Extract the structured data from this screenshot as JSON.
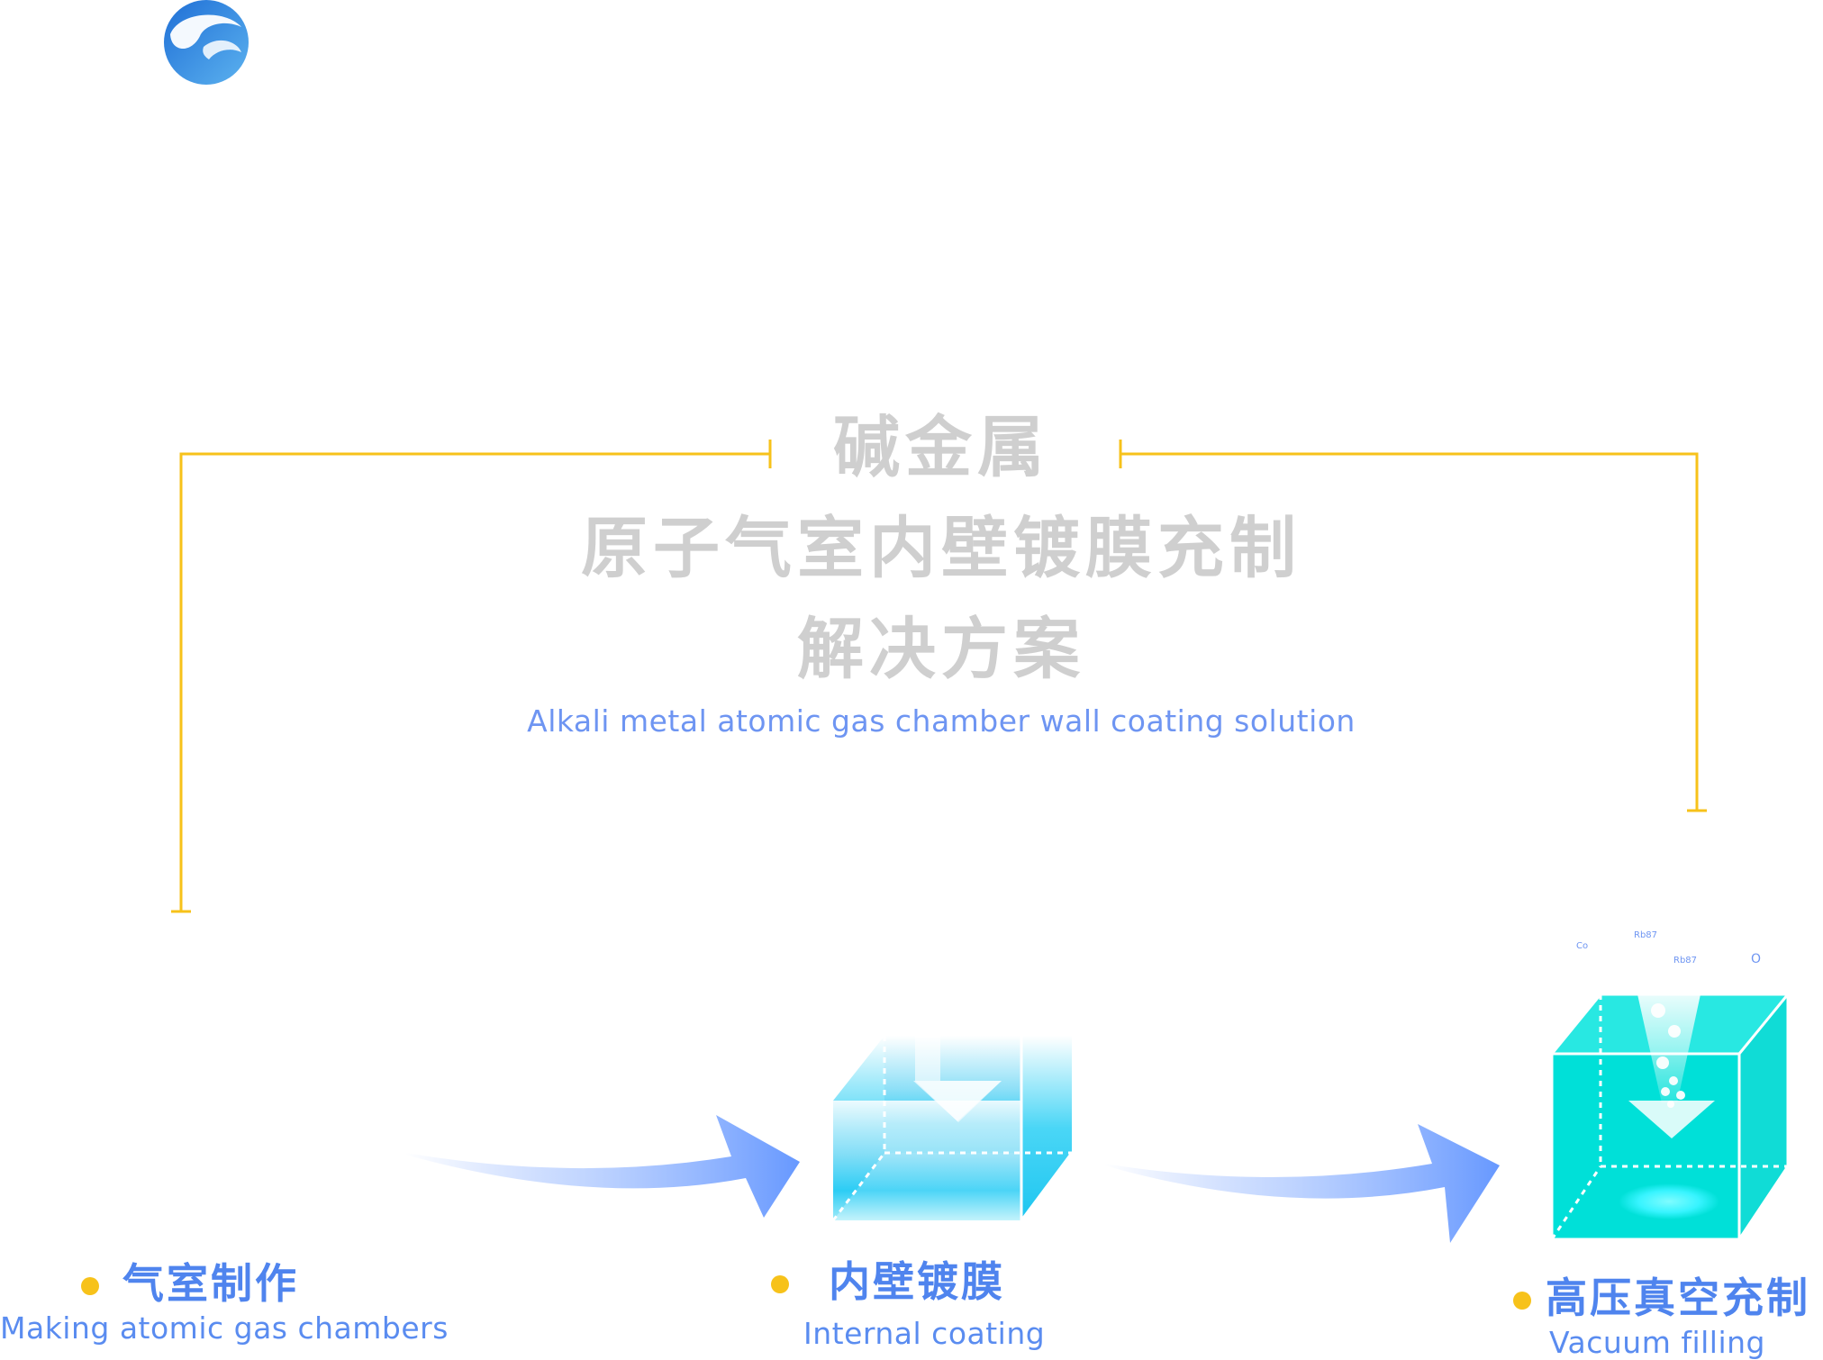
{
  "title": {
    "line1": "碱金属",
    "line2": "原子气室内壁镀膜充制",
    "line3": "解决方案",
    "subtitle": "Alkali metal atomic gas chamber wall coating solution"
  },
  "steps": [
    {
      "zh": "气室制作",
      "en": "Making atomic gas chambers"
    },
    {
      "zh": "内壁镀膜",
      "en": "Internal coating"
    },
    {
      "zh": "高压真空充制",
      "en": "Vacuum filling"
    }
  ],
  "gas_labels": {
    "co": "Co",
    "rb87_a": "Rb87",
    "rb87_b": "Rb87",
    "o2": "O"
  },
  "colors": {
    "bracket": "#f7c21a",
    "title_gray": "#cfcfcf",
    "accent_blue": "#4f84ee",
    "cyan_box": "#00e0d8"
  }
}
